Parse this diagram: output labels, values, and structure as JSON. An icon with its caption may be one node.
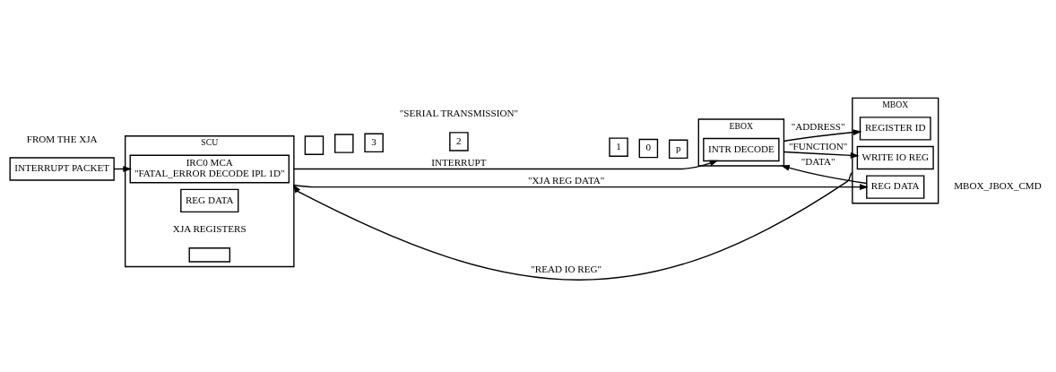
{
  "diagram": {
    "nodes": [
      {
        "text": [
          "INTERRUPT PACKET"
        ],
        "beside": [
          "FROM THE XJA"
        ]
      },
      {
        "text": [
          "SCU"
        ]
      },
      {
        "text": [
          "IRC0 MCA",
          "\"FATAL_ERROR DECODE IPL 1D\""
        ],
        "in": 1
      },
      {
        "text": [
          "REG DATA"
        ],
        "in": 1,
        "beside": [
          "XJA REGISTERS"
        ]
      },
      {
        "text": [],
        "shape": "box",
        "in": 1
      },
      {
        "text": [
          "EBOX"
        ]
      },
      {
        "text": [
          "INTR DECODE"
        ],
        "in": 5
      },
      {
        "text": [
          "MBOX"
        ]
      },
      {
        "text": [
          "WRITE IO REG"
        ],
        "in": 7
      },
      {
        "text": [
          "REGISTER ID"
        ],
        "in": 7
      },
      {
        "text": [
          "REG DATA"
        ],
        "in": 7
      },
      {
        "text": [],
        "shape": "box"
      },
      {
        "text": [],
        "shape": "box"
      },
      {
        "text": [
          "3"
        ]
      },
      {
        "text": [
          "2"
        ]
      },
      {
        "text": [
          "1"
        ]
      },
      {
        "text": [
          "0"
        ]
      },
      {
        "text": [
          "p"
        ]
      }
    ],
    "edges": [
      {
        "from": 0,
        "to": 2,
        "arrow": "to"
      },
      {
        "from": 1,
        "to": 6,
        "arrow": "to",
        "label": "INTERRUPT"
      },
      {
        "from": 5,
        "to": 8,
        "arrow": "to",
        "label": "\"FUNCTION\""
      },
      {
        "from": 5,
        "to": 9,
        "arrow": "to",
        "label": "\"ADDRESS\""
      },
      {
        "from": 10,
        "to": 5,
        "arrow": "to",
        "label": "\"DATA\""
      },
      {
        "from": 1,
        "to": 10,
        "arrow": "to",
        "label": "\"XJA REG DATA\""
      },
      {
        "from": 7,
        "to": 1,
        "arrow": "to",
        "label": "\"READ IO REG\""
      }
    ],
    "labels": [
      "\"SERIAL TRANSMISSION\"",
      "MBOX_JBOX_CMD"
    ]
  }
}
